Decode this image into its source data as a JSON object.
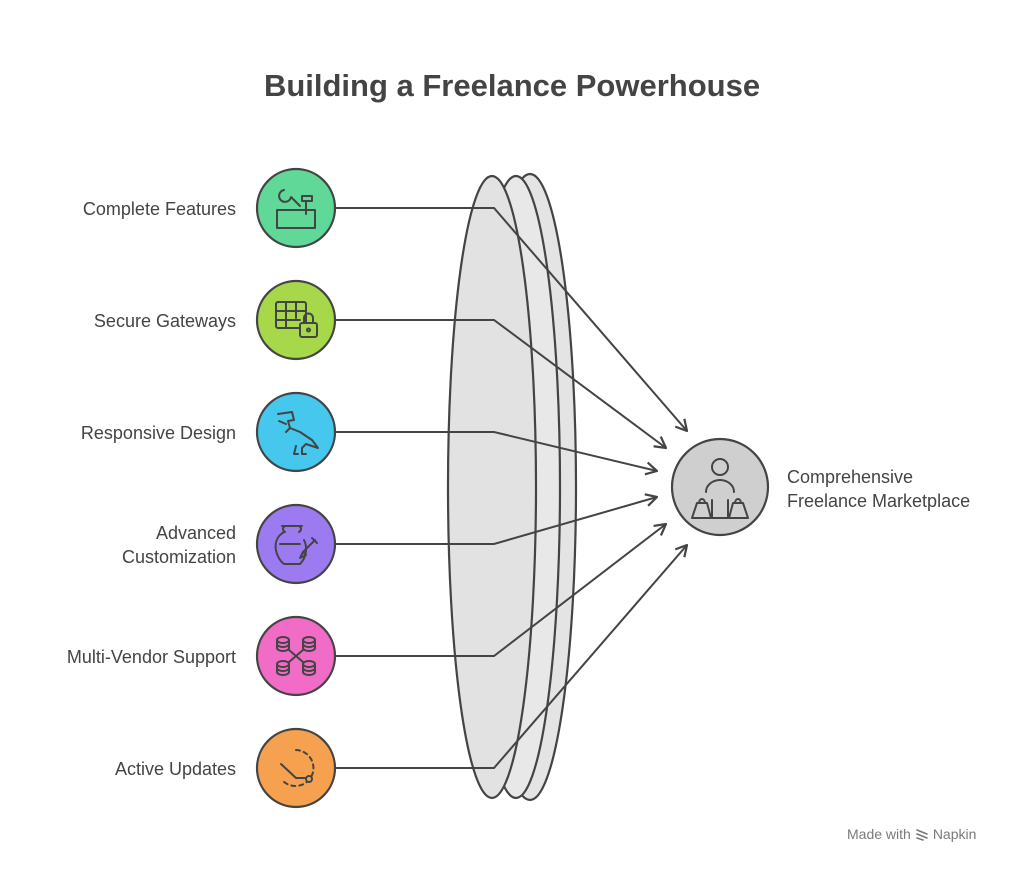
{
  "title": "Building a Freelance Powerhouse",
  "inputs": [
    {
      "label": "Complete Features",
      "color": "#5FD898",
      "icon": "tools-icon"
    },
    {
      "label": "Secure Gateways",
      "color": "#A6D84A",
      "icon": "table-lock-icon"
    },
    {
      "label": "Responsive Design",
      "color": "#46C7EE",
      "icon": "dinosaur-icon"
    },
    {
      "label_lines": [
        "Advanced",
        "Customization"
      ],
      "color": "#9C7BF0",
      "icon": "vase-brush-icon"
    },
    {
      "label": "Multi-Vendor Support",
      "color": "#F06CC6",
      "icon": "database-network-icon"
    },
    {
      "label": "Active Updates",
      "color": "#F5A150",
      "icon": "timer-icon"
    }
  ],
  "target": {
    "label_lines": [
      "Comprehensive",
      "Freelance Marketplace"
    ],
    "color": "#CFCFCF",
    "icon": "user-shopping-icon"
  },
  "footer": {
    "made_with": "Made with",
    "brand": "Napkin"
  }
}
